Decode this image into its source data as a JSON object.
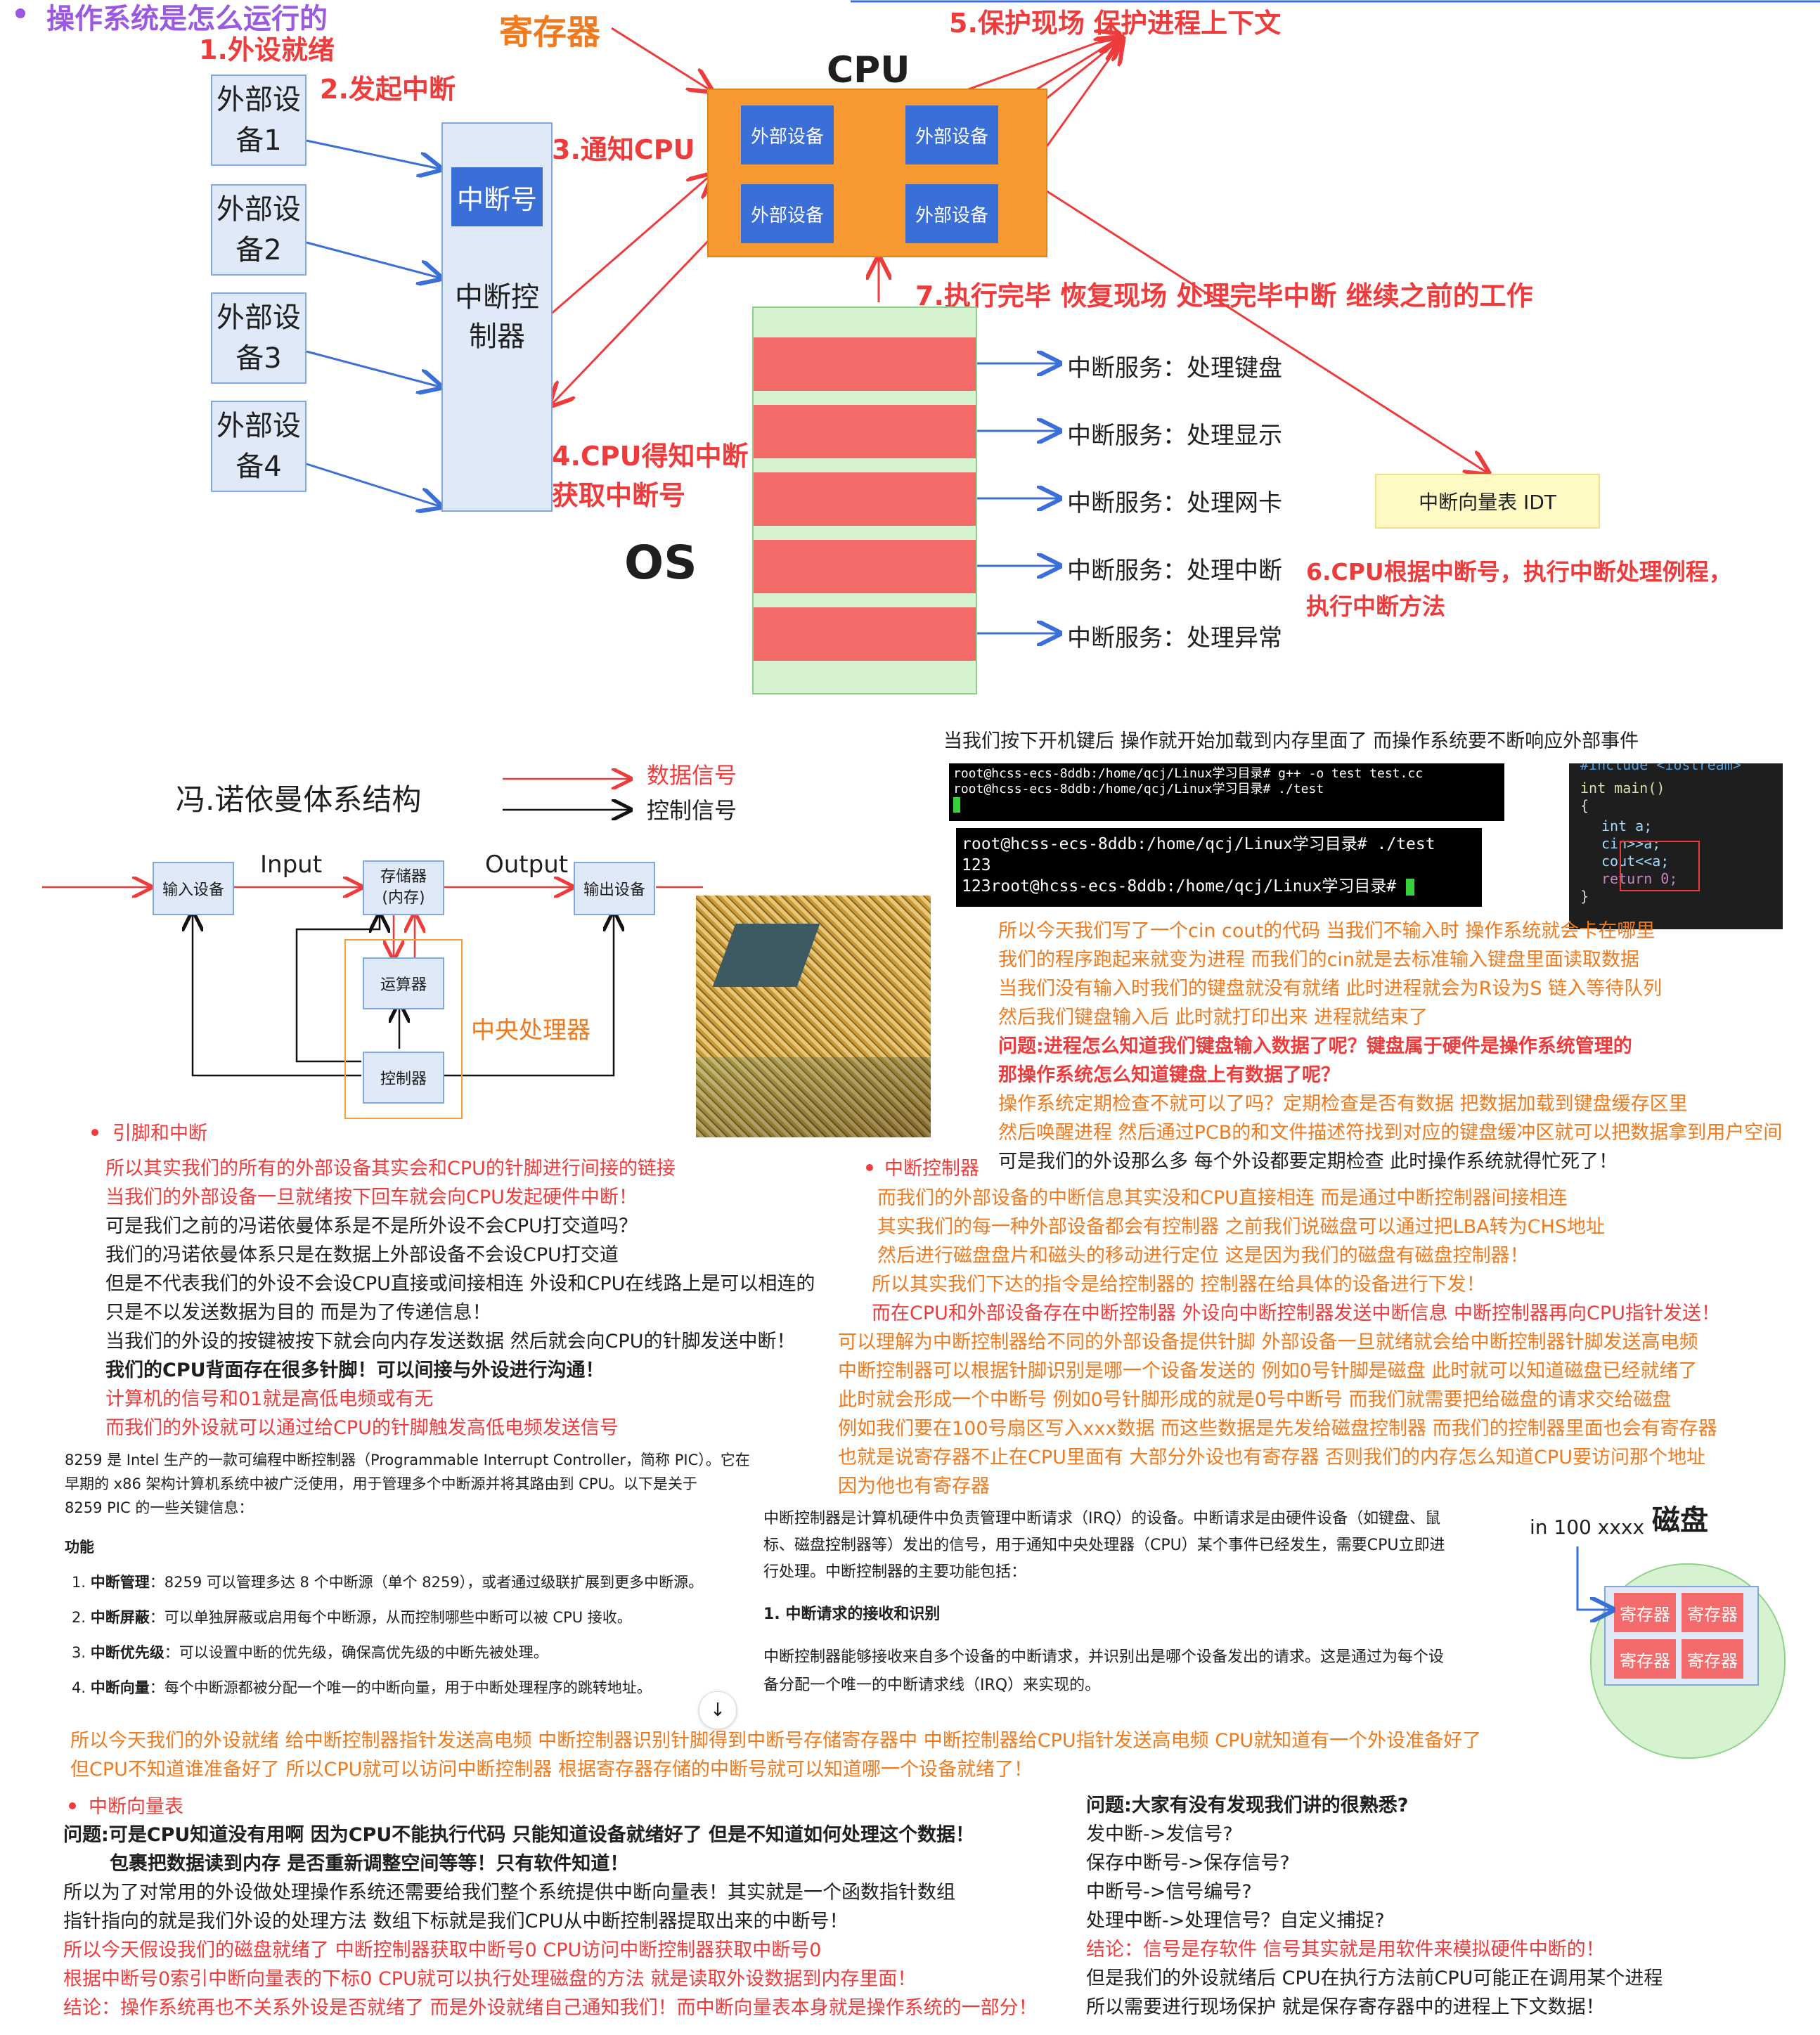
{
  "top": {
    "heading": "操作系统是怎么运行的",
    "step1": "1.外设就绪",
    "step2": "2.发起中断",
    "step3": "3.通知CPU",
    "step4_line1": "4.CPU得知中断",
    "step4_line2": "获取中断号",
    "step5": "5.保护现场 保护进程上下文",
    "step6_line1": "6.CPU根据中断号，执行中断处理例程，",
    "step6_line2": "执行中断方法",
    "step7": "7.执行完毕 恢复现场 处理完毕中断 继续之前的工作",
    "register_label": "寄存器",
    "cpu_label": "CPU",
    "os_label": "OS",
    "devices": [
      {
        "line1": "外部设",
        "line2": "备1"
      },
      {
        "line1": "外部设",
        "line2": "备2"
      },
      {
        "line1": "外部设",
        "line2": "备3"
      },
      {
        "line1": "外部设",
        "line2": "备4"
      }
    ],
    "irq_number": "中断号",
    "controller_line1": "中断控",
    "controller_line2": "制器",
    "cpu_cells": [
      "外部设备",
      "外部设备",
      "外部设备",
      "外部设备"
    ],
    "services": [
      "中断服务：处理键盘",
      "中断服务：处理显示",
      "中断服务：处理网卡",
      "中断服务：处理中断",
      "中断服务：处理异常"
    ],
    "idt": "中断向量表 IDT"
  },
  "von_neumann": {
    "title": "冯.诺依曼体系结构",
    "legend_data": "数据信号",
    "legend_control": "控制信号",
    "input_device": "输入设备",
    "input_label": "Input",
    "memory_line1": "存储器",
    "memory_line2": "(内存)",
    "output_label": "Output",
    "output_device": "输出设备",
    "alu": "运算器",
    "control_unit": "控制器",
    "cpu_label": "中央处理器"
  },
  "right_top": {
    "intro": "当我们按下开机键后 操作就开始加载到内存里面了 而操作系统要不断响应外部事件",
    "term1": [
      "root@hcss-ecs-8ddb:/home/qcj/Linux学习目录# g++ -o test test.cc",
      "root@hcss-ecs-8ddb:/home/qcj/Linux学习目录# ./test"
    ],
    "term2": [
      "root@hcss-ecs-8ddb:/home/qcj/Linux学习目录# ./test",
      "123",
      "123root@hcss-ecs-8ddb:/home/qcj/Linux学习目录# "
    ],
    "code": [
      "#include <iostream>",
      "int main()",
      "{",
      "int a;",
      "cin>>a;",
      "cout<<a;",
      "return 0;",
      "}"
    ],
    "lines": [
      "所以今天我们写了一个cin  cout的代码 当我们不输入时 操作系统就会卡在哪里",
      "我们的程序跑起来就变为进程 而我们的cin就是去标准输入键盘里面读取数据",
      "当我们没有输入时我们的键盘就没有就绪 此时进程就会为R设为S 链入等待队列",
      "然后我们键盘输入后 此时就打印出来 进程就结束了",
      "问题:进程怎么知道我们键盘输入数据了呢？键盘属于硬件是操作系统管理的",
      "那操作系统怎么知道键盘上有数据了呢？",
      "操作系统定期检查不就可以了吗？定期检查是否有数据 把数据加载到键盘缓存区里",
      "然后唤醒进程 然后通过PCB的和文件描述符找到对应的键盘缓冲区就可以把数据拿到用户空间",
      "可是我们的外设那么多 每个外设都要定期检查 此时操作系统就得忙死了！"
    ]
  },
  "pins": {
    "bullet": "引脚和中断",
    "lines": [
      "所以其实我们的所有的外部设备其实会和CPU的针脚进行间接的链接",
      "当我们的外部设备一旦就绪按下回车就会向CPU发起硬件中断！",
      "可是我们之前的冯诺依曼体系是不是所外设不会CPU打交道吗？",
      "我们的冯诺依曼体系只是在数据上外部设备不会设CPU打交道",
      "但是不代表我们的外设不会设CPU直接或间接相连 外设和CPU在线路上是可以相连的",
      "只是不以发送数据为目的 而是为了传递信息！",
      "当我们的外设的按键被按下就会向内存发送数据 然后就会向CPU的针脚发送中断！",
      "我们的CPU背面存在很多针脚！可以间接与外设进行沟通！",
      "计算机的信号和01就是高低电频或有无",
      "而我们的外设就可以通过给CPU的针脚触发高低电频发送信号"
    ]
  },
  "controller": {
    "bullet": "中断控制器",
    "lines": [
      "而我们的外部设备的中断信息其实没和CPU直接相连 而是通过中断控制器间接相连",
      "其实我们的每一种外部设备都会有控制器 之前我们说磁盘可以通过把LBA转为CHS地址",
      "然后进行磁盘盘片和磁头的移动进行定位 这是因为我们的磁盘有磁盘控制器！",
      "所以其实我们下达的指令是给控制器的 控制器在给具体的设备进行下发！",
      "而在CPU和外部设备存在中断控制器 外设向中断控制器发送中断信息 中断控制器再向CPU指针发送！",
      "可以理解为中断控制器给不同的外部设备提供针脚 外部设备一旦就绪就会给中断控制器针脚发送高电频",
      "中断控制器可以根据针脚识别是哪一个设备发送的 例如0号针脚是磁盘 此时就可以知道磁盘已经就绪了",
      "此时就会形成一个中断号 例如0号针脚形成的就是0号中断号 而我们就需要把给磁盘的请求交给磁盘",
      "例如我们要在100号扇区写入xxx数据 而这些数据是先发给磁盘控制器 而我们的控制器里面也会有寄存器",
      "也就是说寄存器不止在CPU里面有 大部分外设也有寄存器 否则我们的内存怎么知道CPU要访问那个地址",
      "因为他也有寄存器"
    ]
  },
  "pic8259": {
    "intro": [
      "8259 是 Intel 生产的一款可编程中断控制器（Programmable Interrupt Controller，简称 PIC）。它在",
      "早期的 x86 架构计算机系统中被广泛使用，用于管理多个中断源并将其路由到 CPU。以下是关于",
      "8259 PIC 的一些关键信息："
    ],
    "func_title": "功能",
    "items": [
      {
        "num": "1.",
        "key": "中断管理",
        "text": "：8259 可以管理多达 8 个中断源（单个 8259），或者通过级联扩展到更多中断源。"
      },
      {
        "num": "2.",
        "key": "中断屏蔽",
        "text": "：可以单独屏蔽或启用每个中断源，从而控制哪些中断可以被 CPU 接收。"
      },
      {
        "num": "3.",
        "key": "中断优先级",
        "text": "：可以设置中断的优先级，确保高优先级的中断先被处理。"
      },
      {
        "num": "4.",
        "key": "中断向量",
        "text": "：每个中断源都被分配一个唯一的中断向量，用于中断处理程序的跳转地址。"
      }
    ],
    "scroll_icon": "↓"
  },
  "icdesc": {
    "lines": [
      "中断控制器是计算机硬件中负责管理中断请求（IRQ）的设备。中断请求是由硬件设备（如键盘、鼠",
      "标、磁盘控制器等）发出的信号，用于通知中央处理器（CPU）某个事件已经发生，需要CPU立即进",
      "行处理。中断控制器的主要功能包括："
    ],
    "sub_title": "1. 中断请求的接收和识别",
    "sub_lines": [
      "中断控制器能够接收来自多个设备的中断请求，并识别出是哪个设备发出的请求。这是通过为每个设",
      "备分配一个唯一的中断请求线（IRQ）来实现的。"
    ]
  },
  "disk": {
    "title": "磁盘",
    "note": "in 100 xxxx",
    "registers": [
      "寄存器",
      "寄存器",
      "寄存器",
      "寄存器"
    ]
  },
  "summary": [
    "所以今天我们的外设就绪 给中断控制器指针发送高电频 中断控制器识别针脚得到中断号存储寄存器中 中断控制器给CPU指针发送高电频 CPU就知道有一个外设准备好了",
    "但CPU不知道谁准备好了 所以CPU就可以访问中断控制器 根据寄存器存储的中断号就可以知道哪一个设备就绪了！"
  ],
  "ivt": {
    "bullet": "中断向量表",
    "lines": [
      "问题:可是CPU知道没有用啊 因为CPU不能执行代码 只能知道设备就绪好了 但是不知道如何处理这个数据！",
      "包裹把数据读到内存 是否重新调整空间等等！只有软件知道！",
      "所以为了对常用的外设做处理操作系统还需要给我们整个系统提供中断向量表！其实就是一个函数指针数组",
      "指针指向的就是我们外设的处理方法 数组下标就是我们CPU从中断控制器提取出来的中断号！",
      "所以今天假设我们的磁盘就绪了 中断控制器获取中断号0 CPU访问中断控制器获取中断号0",
      "根据中断号0索引中断向量表的下标0 CPU就可以执行处理磁盘的方法 就是读取外设数据到内存里面！",
      "结论：操作系统再也不关系外设是否就绪了 而是外设就绪自己通知我们！而中断向量表本身就是操作系统的一部分！"
    ]
  },
  "signals": {
    "lines": [
      "问题:大家有没有发现我们讲的很熟悉?",
      "发中断->发信号?",
      "保存中断号->保存信号?",
      "中断号->信号编号?",
      "处理中断->处理信号？自定义捕捉?",
      "结论：信号是存软件 信号其实就是用软件来模拟硬件中断的！",
      "但是我们的外设就绪后 CPU在执行方法前CPU可能正在调用某个进程",
      "所以需要进行现场保护 就是保存寄存器中的进程上下文数据！"
    ]
  }
}
